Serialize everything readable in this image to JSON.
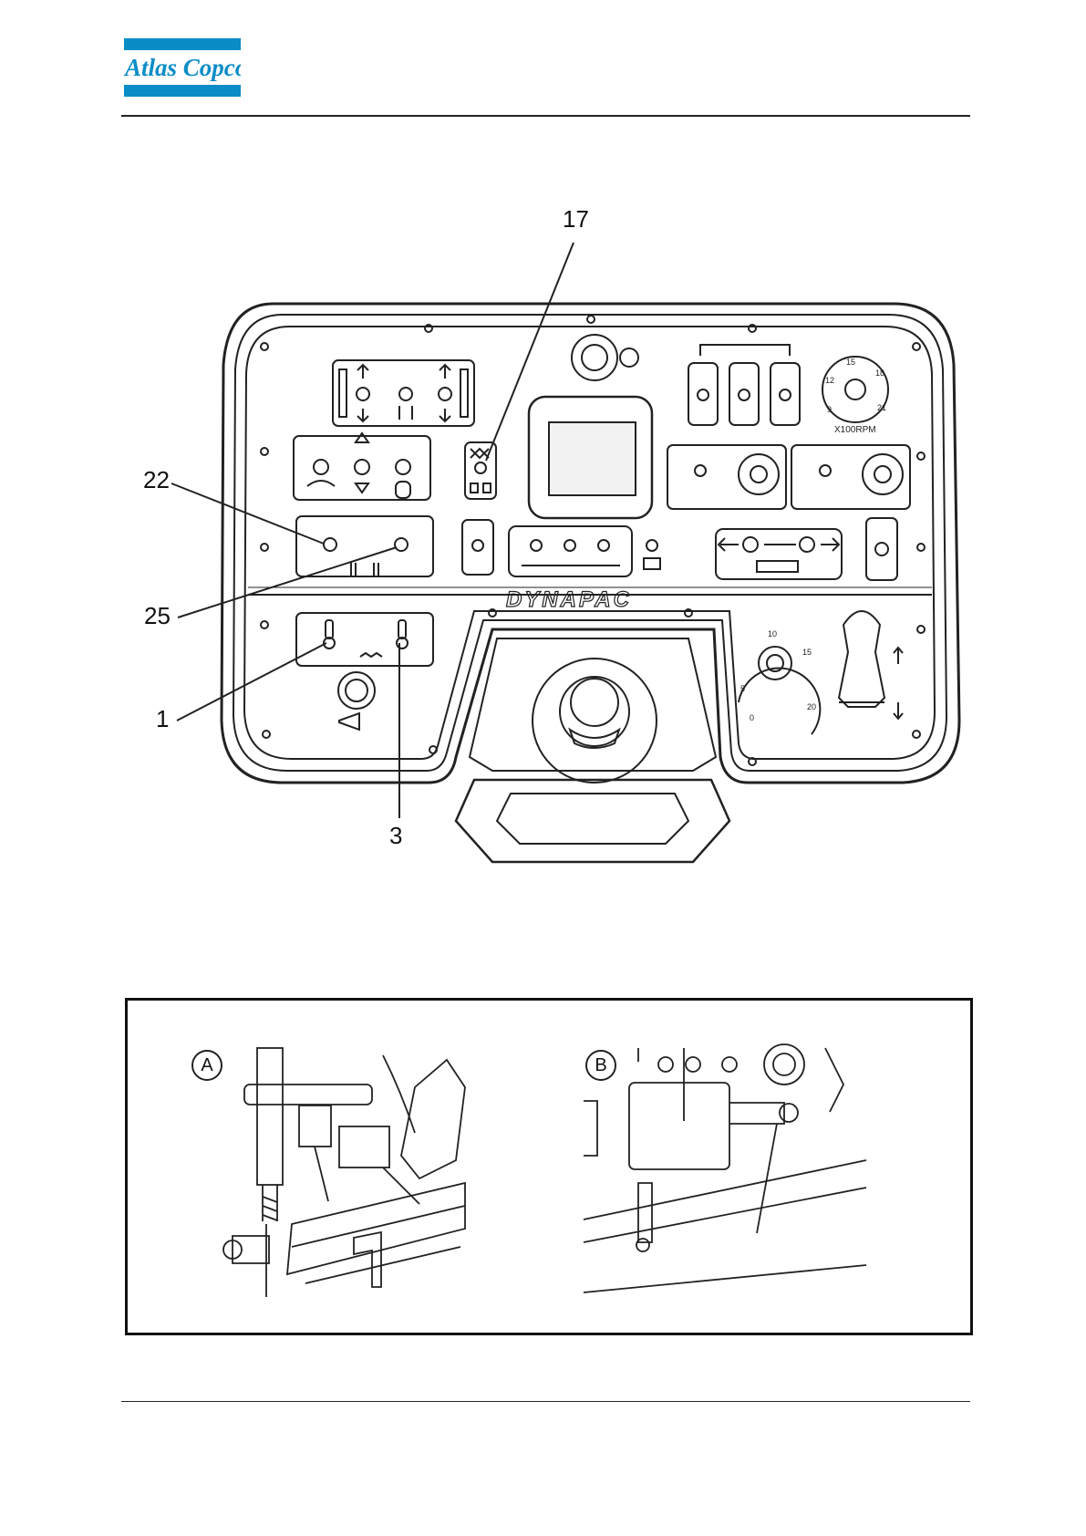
{
  "header": {
    "logo_text": "Atlas Copco",
    "logo_color": "#0a8dc7"
  },
  "main_figure": {
    "brand_text": "DYNAPAC",
    "rpm_label": "X100RPM",
    "rpm_ticks": [
      "9",
      "12",
      "15",
      "18",
      "21"
    ],
    "speed_ticks": [
      "0",
      "5",
      "10",
      "15",
      "20"
    ],
    "callouts": {
      "c17": "17",
      "c22": "22",
      "c25": "25",
      "c1": "1",
      "c3": "3"
    }
  },
  "detail_figure": {
    "label_a": "A",
    "label_b": "B"
  },
  "colors": {
    "line": "#222222",
    "panel_fill": "#ffffff",
    "screen_fill": "#f2f2f2"
  }
}
